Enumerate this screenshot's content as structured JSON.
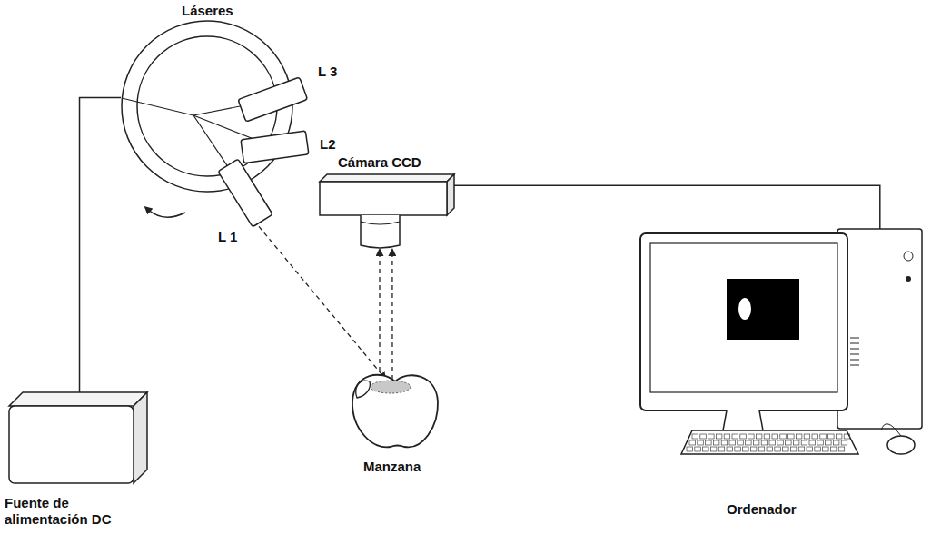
{
  "diagram": {
    "nodes": [
      {
        "text": [
          "Láseres"
        ]
      },
      {
        "text": [
          "L 3"
        ],
        "in": 0
      },
      {
        "text": [
          "L2"
        ],
        "in": 0
      },
      {
        "text": [
          "L 1"
        ],
        "in": 0
      },
      {
        "text": [
          "Cámara CCD"
        ]
      },
      {
        "text": [
          "Fuente de alimentación DC"
        ]
      },
      {
        "text": [
          "Manzana"
        ]
      },
      {
        "text": [
          "Ordenador"
        ]
      }
    ],
    "edges": [
      {
        "from": 5,
        "to": 0,
        "arrow": "none"
      },
      {
        "from": 4,
        "to": 7,
        "arrow": "none"
      },
      {
        "from": 3,
        "to": 6,
        "arrow": "to"
      },
      {
        "from": 6,
        "to": 4,
        "arrow": "to"
      },
      {
        "from": 6,
        "to": 4,
        "arrow": "to"
      }
    ]
  }
}
